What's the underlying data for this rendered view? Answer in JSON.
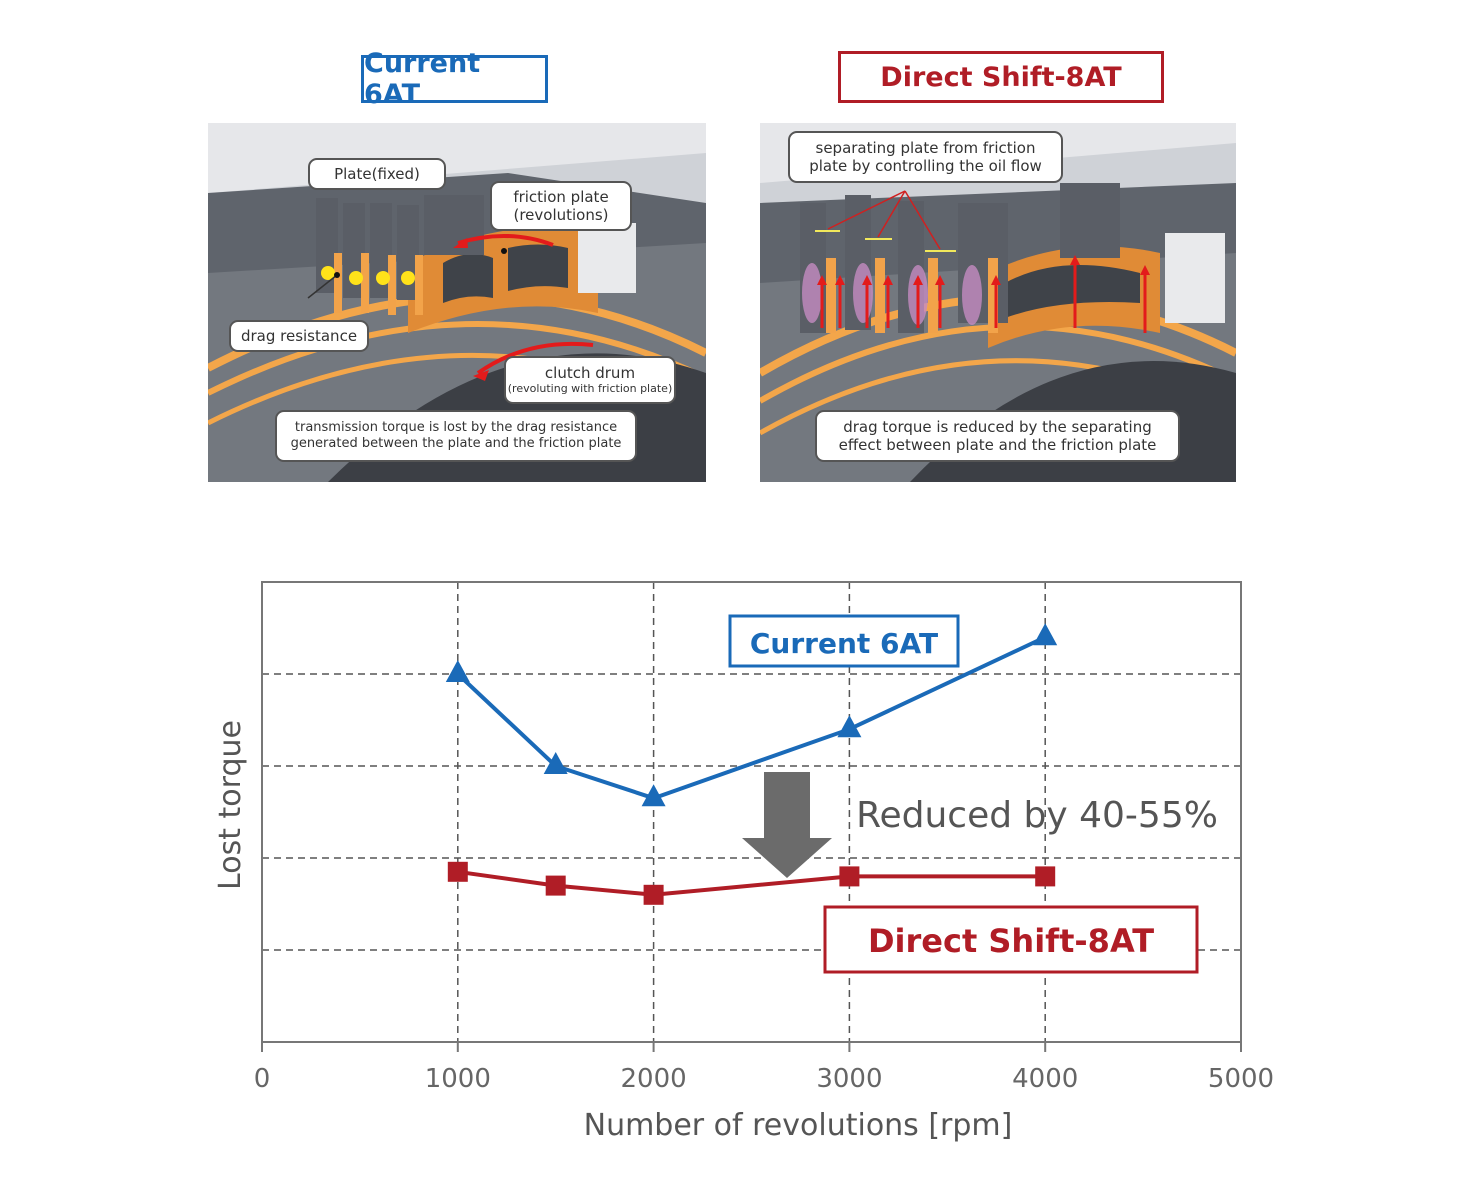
{
  "top": {
    "left": {
      "title": "Current 6AT",
      "labels": {
        "plate_fixed": "Plate(fixed)",
        "friction_plate_1": "friction plate",
        "friction_plate_2": "(revolutions)",
        "drag_resistance": "drag resistance",
        "clutch_drum": "clutch drum",
        "clutch_drum_note": "(revoluting with friction plate)",
        "transmission_1": "transmission torque is lost by the drag resistance",
        "transmission_2": "generated between the plate and the friction plate"
      }
    },
    "right": {
      "title": "Direct Shift-8AT",
      "labels": {
        "separating_1": "separating plate from friction",
        "separating_2": "plate by controlling the oil flow",
        "drag_reduced_1": "drag torque is reduced by the separating",
        "drag_reduced_2": "effect between plate and the friction plate"
      }
    }
  },
  "colors": {
    "blue": "#1a6ab8",
    "red": "#b01d26",
    "arrow_gray": "#6b6b6b",
    "grid": "#555555"
  },
  "chart_data": {
    "type": "line",
    "xlabel": "Number of revolutions [rpm]",
    "ylabel": "Lost torque",
    "xlim": [
      0,
      5000
    ],
    "x_ticks": [
      0,
      1000,
      2000,
      3000,
      4000,
      5000
    ],
    "ylim": [
      0,
      5
    ],
    "y_tick_labels_shown": false,
    "grid": true,
    "series": [
      {
        "name": "Current 6AT",
        "marker": "triangle",
        "color": "#1a6ab8",
        "x": [
          1000,
          1500,
          2000,
          3000,
          4000
        ],
        "y": [
          4.0,
          3.0,
          2.65,
          3.4,
          4.4
        ]
      },
      {
        "name": "Direct Shift-8AT",
        "marker": "square",
        "color": "#b01d26",
        "x": [
          1000,
          1500,
          2000,
          3000,
          4000
        ],
        "y": [
          1.85,
          1.7,
          1.6,
          1.8,
          1.8
        ]
      }
    ],
    "annotation": "Reduced by 40-55%"
  }
}
